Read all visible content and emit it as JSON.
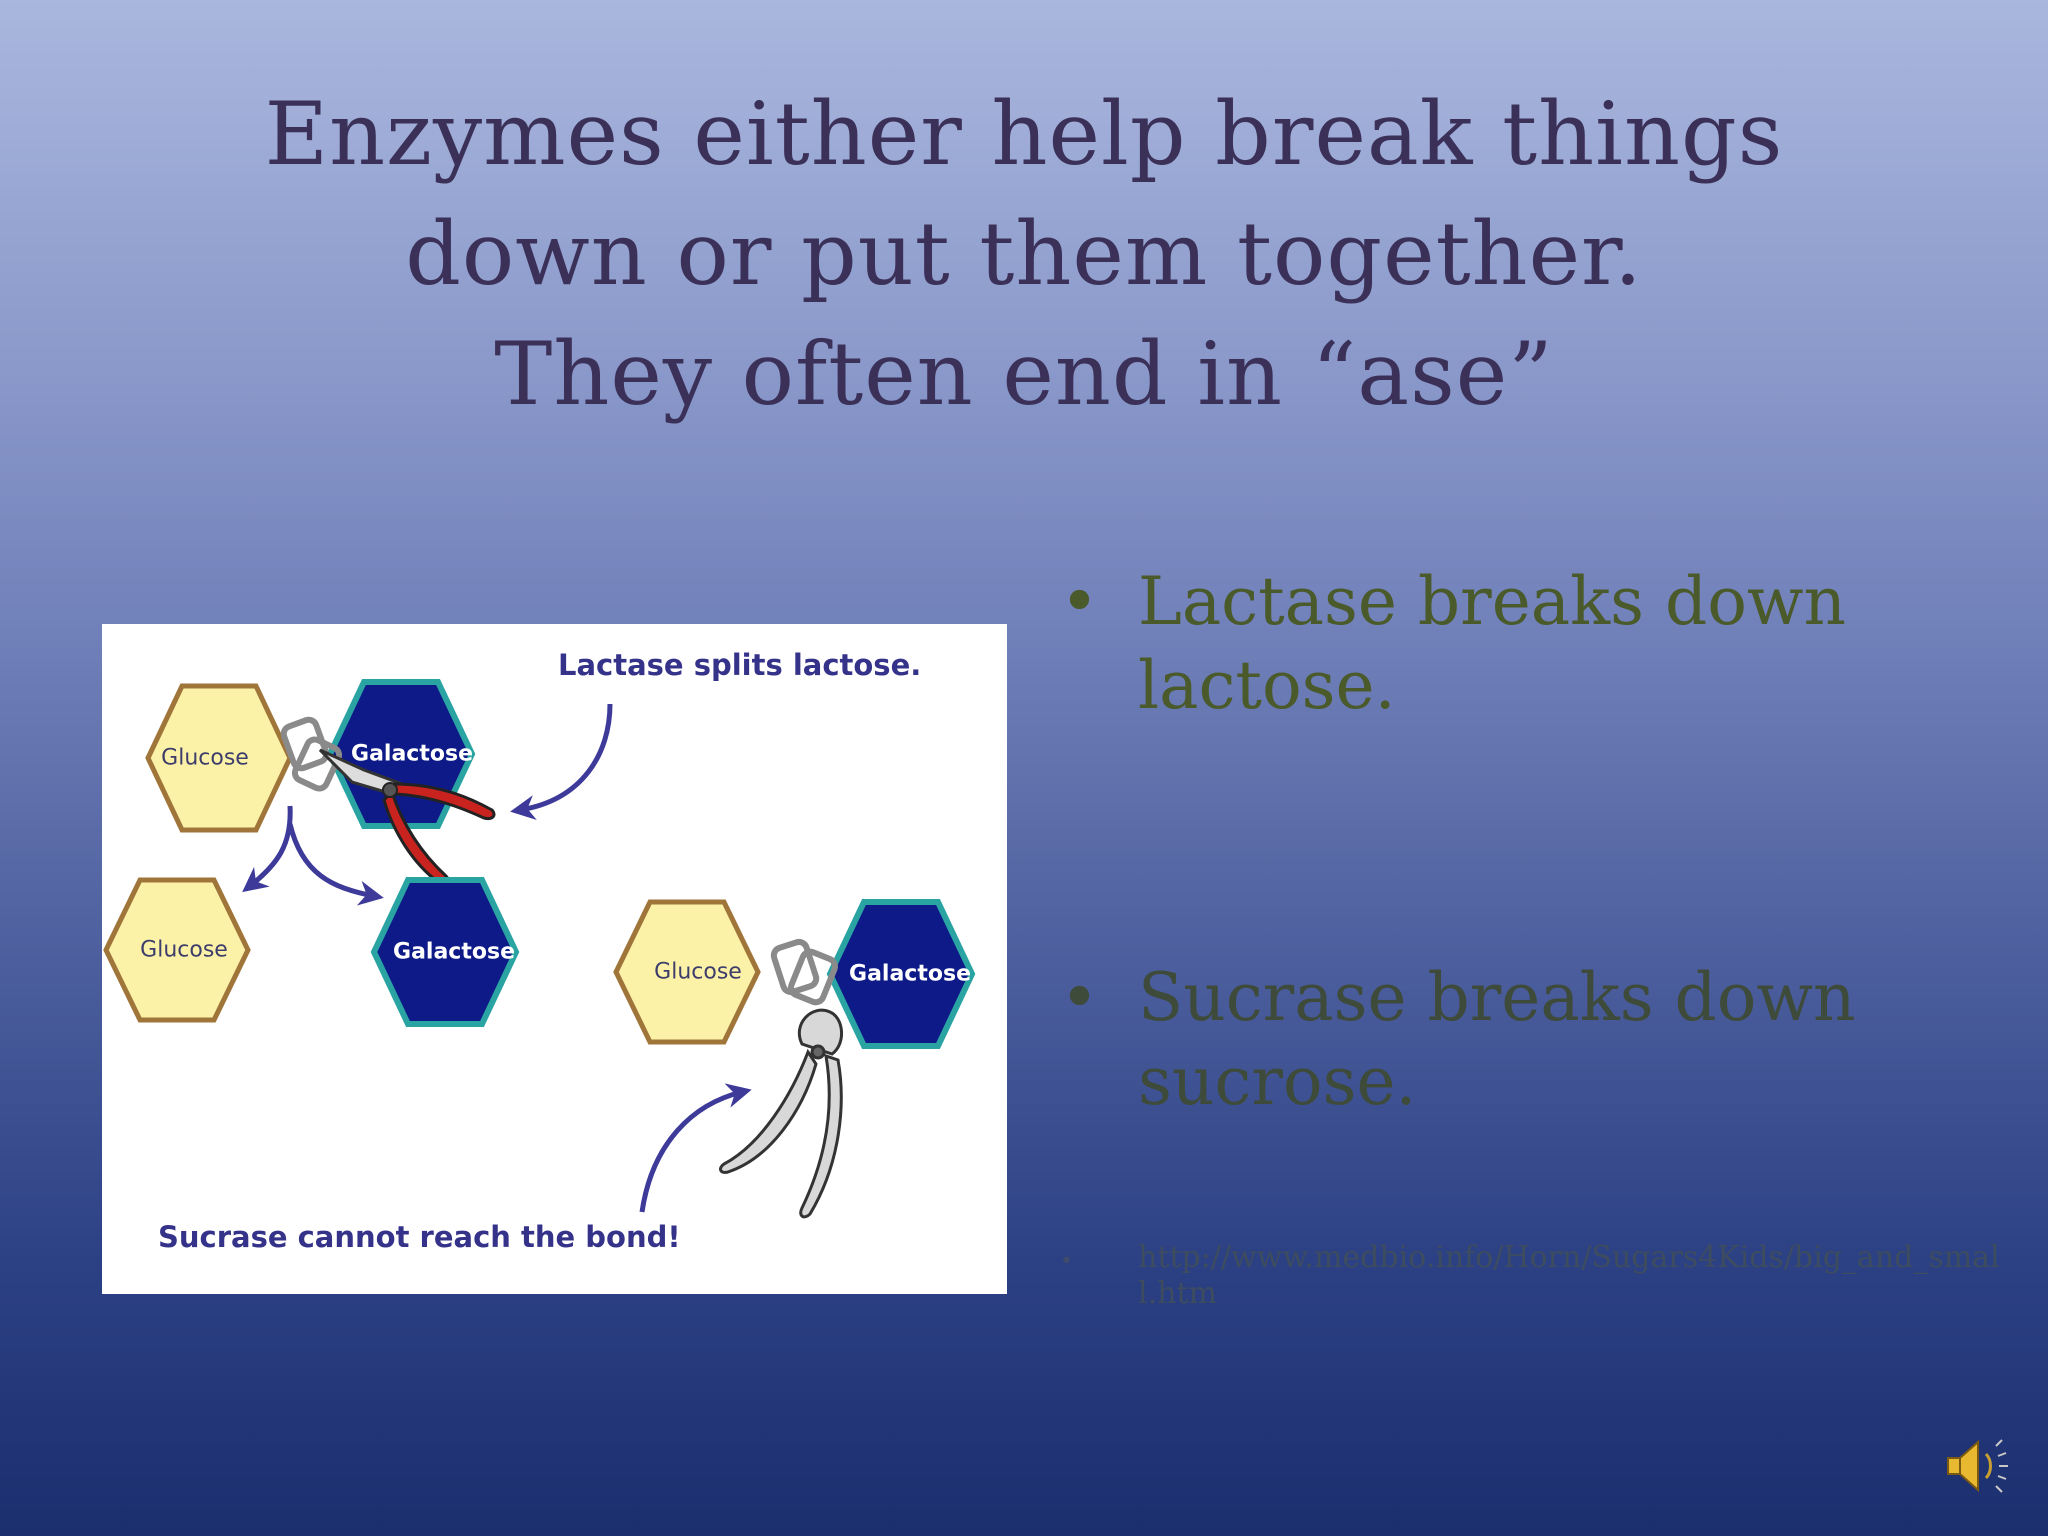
{
  "slide": {
    "title_lines": [
      "Enzymes either help break things",
      "down or put them together.",
      "They often end in “ase”"
    ]
  },
  "figure": {
    "caption_top": "Lactase splits lactose.",
    "caption_bottom": "Sucrase cannot reach the bond!",
    "hexagons": {
      "top_glucose": "Glucose",
      "top_galactose": "Galactose",
      "left_glucose": "Glucose",
      "left_galactose": "Galactose",
      "right_glucose": "Glucose",
      "right_galactose": "Galactose"
    },
    "colors": {
      "glucose_fill": "#fbf2a8",
      "glucose_stroke": "#a0753a",
      "galactose_fill": "#0d1a88",
      "galactose_stroke": "#2aa3a3",
      "arrow": "#3d3a9a",
      "pliers_red": "#c8231f"
    }
  },
  "bullets": [
    {
      "marker": "•",
      "text": "Lactase breaks down lactose."
    },
    {
      "marker": "•",
      "text": "Sucrase breaks down sucrose."
    },
    {
      "marker": "•",
      "text": "http://www.medbio.info/Horn/Sugars4Kids/big_and_small.htm"
    }
  ],
  "icons": {
    "speaker": "speaker-icon"
  }
}
